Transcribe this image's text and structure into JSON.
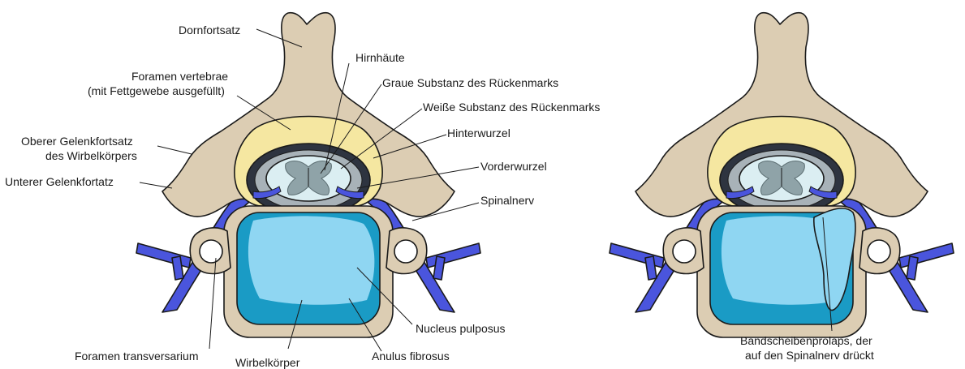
{
  "labels": {
    "dornfortsatz": "Dornfortsatz",
    "foramen_vertebrae_1": "Foramen vertebrae",
    "foramen_vertebrae_2": "(mit Fettgewebe ausgefüllt)",
    "oberer_1": "Oberer Gelenkfortsatz",
    "oberer_2": "des Wirbelkörpers",
    "unterer": "Unterer Gelenkfortatz",
    "hirnhaeute": "Hirnhäute",
    "graue": "Graue Substanz des Rückenmarks",
    "weisse": "Weiße Substanz des Rückenmarks",
    "hinterwurzel": "Hinterwurzel",
    "vorderwurzel": "Vorderwurzel",
    "spinalnerv": "Spinalnerv",
    "nucleus": "Nucleus pulposus",
    "anulus": "Anulus fibrosus",
    "wirbelkoerper": "Wirbelkörper",
    "foramen_transversarium": "Foramen transversarium",
    "prolaps_1": "Bandscheibenprolaps, der",
    "prolaps_2": "auf den Spinalnerv drückt"
  },
  "colors": {
    "bone": "#dccdb3",
    "bone_light": "#eee3cd",
    "fat": "#f5e7a1",
    "nerve": "#4a55dd",
    "meninges": "#2e3440",
    "white_matter": "#dbeef2",
    "grey_matter": "#8fa3a8",
    "anulus": "#1a9bc5",
    "nucleus": "#8fd6f2",
    "outline": "#1a1a1a"
  }
}
